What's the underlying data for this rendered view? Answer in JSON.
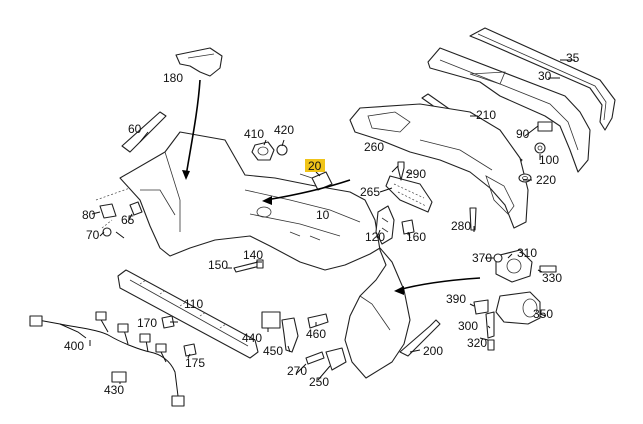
{
  "diagram": {
    "highlight_color": "#f0c419",
    "labels": {
      "p35": "35",
      "p30": "30",
      "p180": "180",
      "p210": "210",
      "p60": "60",
      "p410": "410",
      "p420": "420",
      "p20": "20",
      "p260": "260",
      "p90": "90",
      "p100": "100",
      "p290": "290",
      "p220": "220",
      "p265": "265",
      "p80": "80",
      "p65": "65",
      "p10": "10",
      "p70": "70",
      "p120": "120",
      "p160": "160",
      "p280": "280",
      "p140": "140",
      "p150": "150",
      "p370": "370",
      "p310": "310",
      "p330": "330",
      "p110": "110",
      "p390": "390",
      "p170": "170",
      "p440": "440",
      "p350": "350",
      "p400": "400",
      "p300": "300",
      "p460": "460",
      "p450": "450",
      "p175": "175",
      "p320": "320",
      "p200": "200",
      "p270": "270",
      "p430": "430",
      "p250": "250"
    }
  }
}
